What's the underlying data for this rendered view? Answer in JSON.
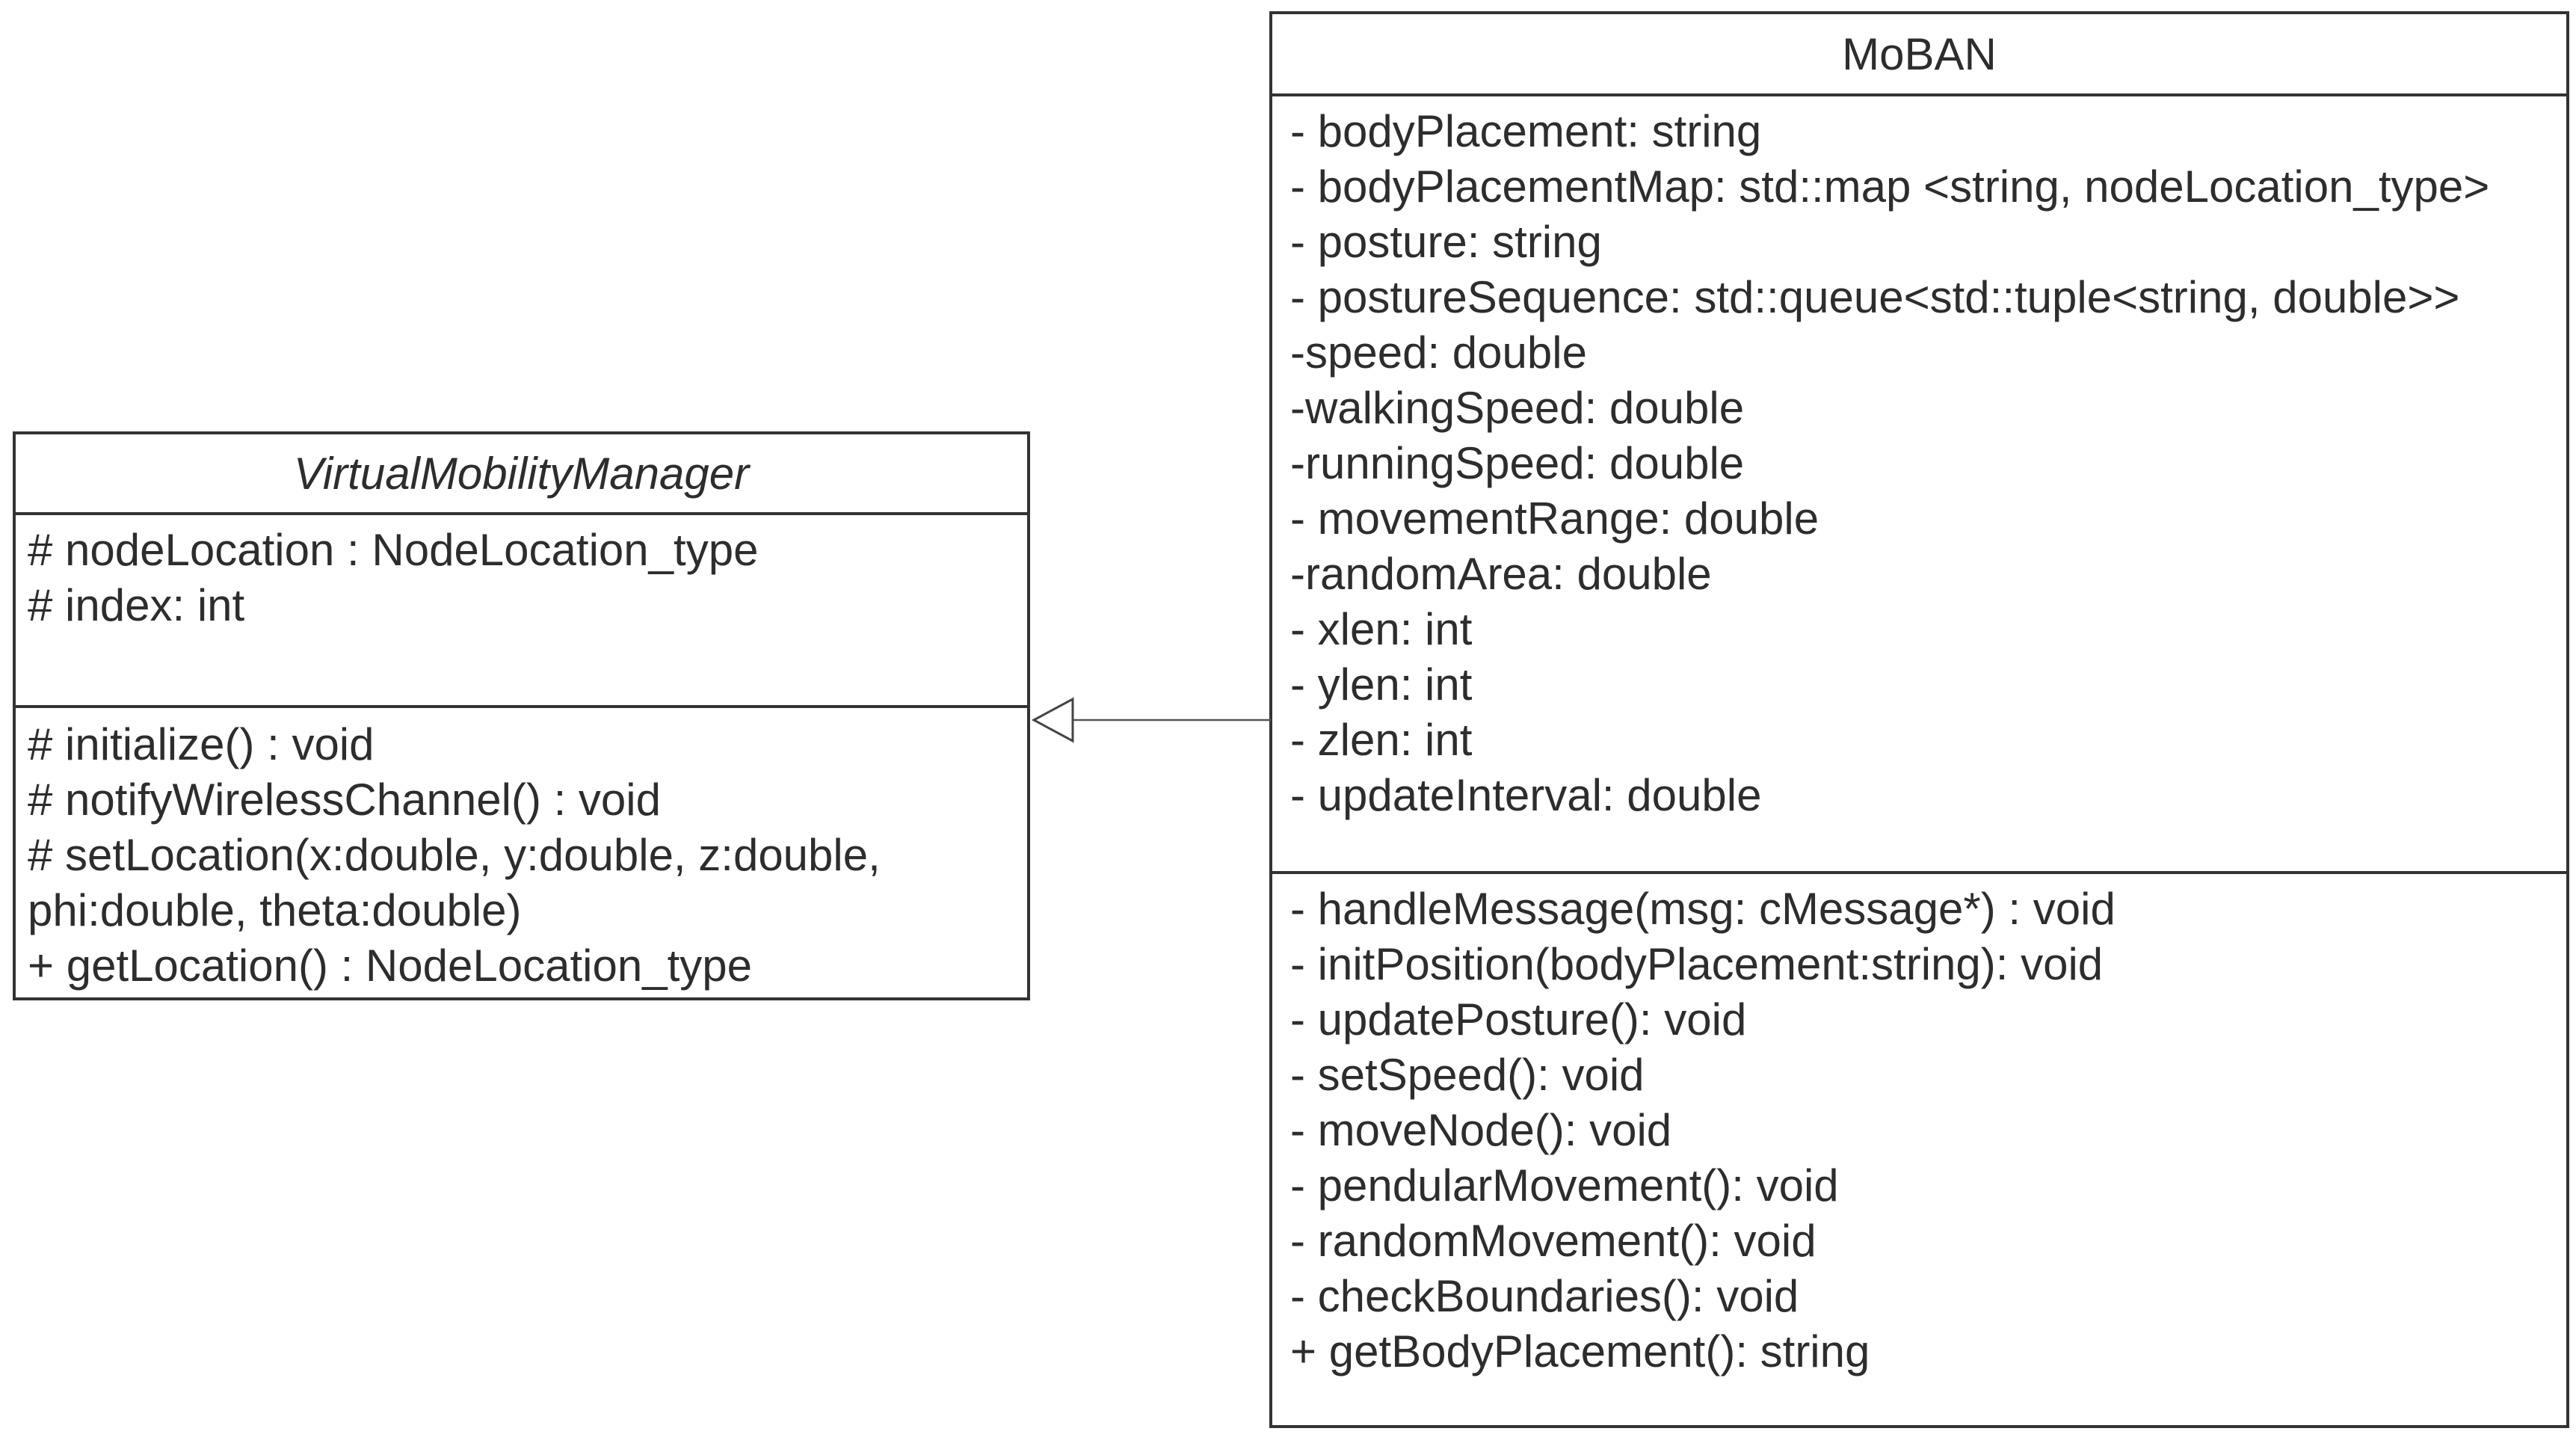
{
  "diagram": {
    "kind": "uml-class-diagram",
    "colors": {
      "background": "#ffffff",
      "box_fill": "#ffffff",
      "border": "#333333",
      "text": "#2d2d2d",
      "connector": "#555555"
    },
    "classes": [
      {
        "name": "VirtualMobilityManager",
        "abstract": true,
        "attributes": [
          "# nodeLocation : NodeLocation_type",
          "# index: int"
        ],
        "methods": [
          "# initialize() : void",
          "# notifyWirelessChannel() : void",
          "# setLocation(x:double, y:double, z:double,",
          "phi:double, theta:double)",
          "+ getLocation() : NodeLocation_type"
        ]
      },
      {
        "name": "MoBAN",
        "abstract": false,
        "attributes": [
          "- bodyPlacement: string",
          "- bodyPlacementMap: std::map <string, nodeLocation_type>",
          "- posture: string",
          "- postureSequence: std::queue<std::tuple<string, double>>",
          "-speed: double",
          "-walkingSpeed: double",
          "-runningSpeed: double",
          "- movementRange: double",
          "-randomArea: double",
          "- xlen: int",
          "- ylen: int",
          "- zlen: int",
          "- updateInterval: double"
        ],
        "methods": [
          "- handleMessage(msg: cMessage*) : void",
          "- initPosition(bodyPlacement:string): void",
          "- updatePosture(): void",
          "- setSpeed(): void",
          "- moveNode(): void",
          "- pendularMovement(): void",
          "- randomMovement(): void",
          "- checkBoundaries(): void",
          "+ getBodyPlacement(): string"
        ]
      }
    ],
    "relationships": [
      {
        "type": "inheritance",
        "from": "MoBAN",
        "to": "VirtualMobilityManager",
        "arrowhead": "hollow-triangle"
      }
    ]
  }
}
